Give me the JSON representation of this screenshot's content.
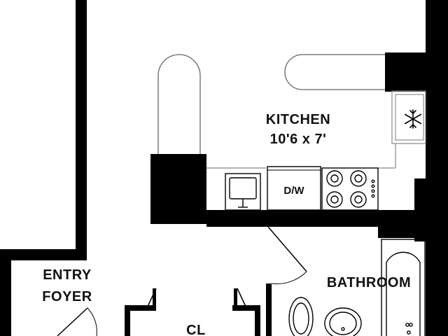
{
  "rooms": {
    "kitchen": {
      "name": "KITCHEN",
      "dimensions": "10'6 x 7'"
    },
    "entry": {
      "line1": "ENTRY",
      "line2": "FOYER"
    },
    "bathroom": {
      "name": "BATHROOM"
    },
    "closet": {
      "name": "CL"
    }
  },
  "appliances": {
    "dishwasher": {
      "label": "D/W"
    }
  },
  "icons": [
    "snowflake-icon",
    "sink-icon",
    "stove-icon",
    "toilet-icon",
    "bathtub-icon",
    "door-swing-icon"
  ]
}
